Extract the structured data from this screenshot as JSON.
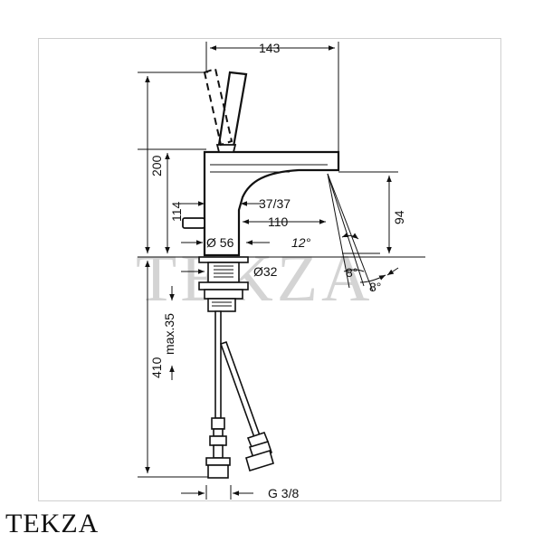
{
  "dimensions": {
    "width_top": "143",
    "height_total": "200",
    "height_spout": "114",
    "angle_37": "37/37",
    "spout_reach": "110",
    "angle_12": "12°",
    "outlet_height": "94",
    "body_diameter": "Ø 56",
    "waste_diameter": "Ø32",
    "max_35": "max.35",
    "hose_length": "410",
    "angle_8a": "8°",
    "angle_8b": "8°",
    "thread": "G 3/8"
  },
  "watermark": "TEKZA",
  "brand": "TEKZA"
}
